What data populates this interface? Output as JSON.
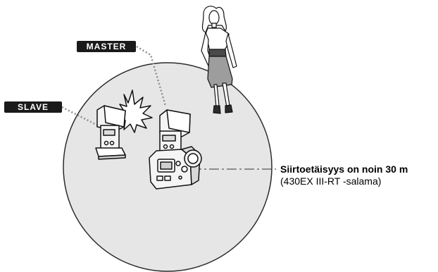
{
  "labels": {
    "master": "MASTER",
    "slave": "SLAVE"
  },
  "range": {
    "title": "Siirtoetäisyys on noin 30 m",
    "note": "(430EX III-RT -salama)"
  },
  "colors": {
    "circle_fill": "#e6e6e6",
    "circle_stroke": "#2b2b2b",
    "tag_background": "#1a1a1a",
    "tag_text": "#ffffff",
    "dotted_line": "#8c8c8c",
    "dress": "#9d9d9d",
    "belt": "#4a4a4a"
  },
  "icons": [
    "flash-slave-icon",
    "flash-master-icon",
    "camera-icon",
    "burst-icon",
    "person-icon"
  ]
}
